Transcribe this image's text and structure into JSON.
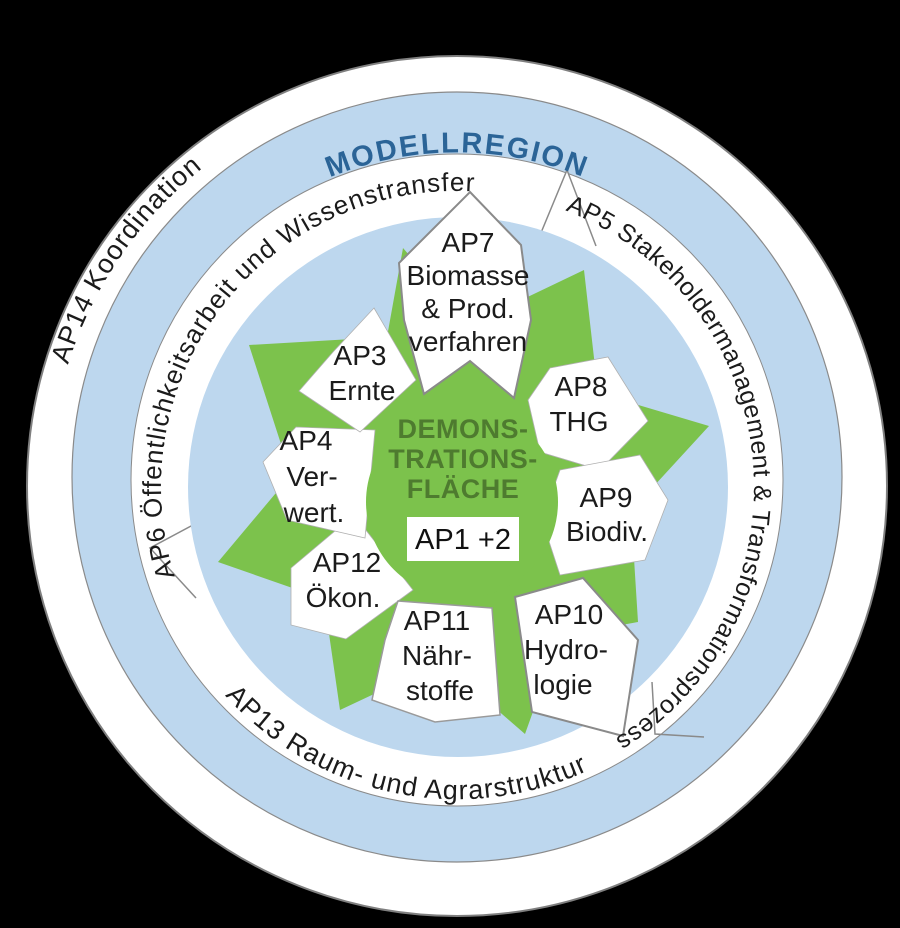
{
  "colors": {
    "background": "#000000",
    "ring_white": "#ffffff",
    "ring_blue": "#bdd7ee",
    "star_green": "#7cc24c",
    "center_text_green": "#4e7b2f",
    "modellregion_text_blue": "#2b6497",
    "border_gray": "#7f7f7f",
    "label_black": "#1b1b1b"
  },
  "outer_ring": {
    "label": "AP14 Koordination"
  },
  "region_ring": {
    "label": "MODELLREGION"
  },
  "middle_ring": {
    "segments": [
      {
        "label": "AP6 Öffentlichkeitsarbeit und Wissenstransfer"
      },
      {
        "label": "AP5 Stakeholdermanagement & Transformationsprozess"
      },
      {
        "label": "AP13 Raum- und Agrarstruktur"
      }
    ]
  },
  "work_packages": [
    {
      "id": "ap7",
      "lines": [
        "AP7",
        "Biomasse",
        "& Prod.",
        "verfahren"
      ]
    },
    {
      "id": "ap8",
      "lines": [
        "AP8",
        "THG"
      ]
    },
    {
      "id": "ap9",
      "lines": [
        "AP9",
        "Biodiv."
      ]
    },
    {
      "id": "ap10",
      "lines": [
        "AP10",
        "Hydro-",
        "logie"
      ]
    },
    {
      "id": "ap11",
      "lines": [
        "AP11",
        "Nähr-",
        "stoffe"
      ]
    },
    {
      "id": "ap12",
      "lines": [
        "AP12",
        "Ökon."
      ]
    },
    {
      "id": "ap4",
      "lines": [
        "AP4",
        "Ver-",
        "wert."
      ]
    },
    {
      "id": "ap3",
      "lines": [
        "AP3",
        "Ernte"
      ]
    }
  ],
  "center": {
    "lines": [
      "DEMONS-",
      "TRATIONS-",
      "FLÄCHE"
    ],
    "box_label": "AP1 +2"
  }
}
